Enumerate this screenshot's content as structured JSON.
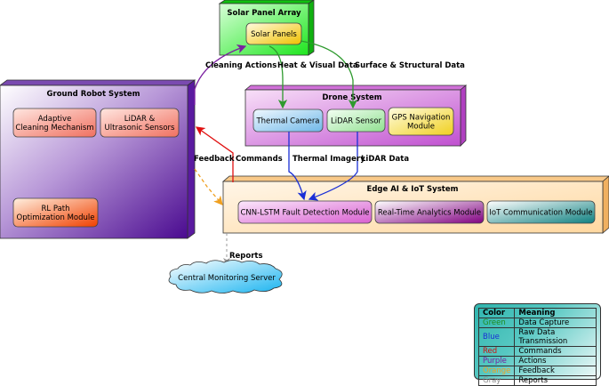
{
  "packages": {
    "solar": {
      "title": "Solar Panel Array"
    },
    "ground": {
      "title": "Ground Robot System"
    },
    "drone": {
      "title": "Drone System"
    },
    "edge": {
      "title": "Edge AI & IoT System"
    }
  },
  "nodes": {
    "solar_panels": [
      "Solar Panels"
    ],
    "adaptive_cleaning": [
      "Adaptive",
      "Cleaning Mechanism"
    ],
    "lidar_ultrasonic": [
      "LiDAR &",
      "Ultrasonic Sensors"
    ],
    "rl_path": [
      "RL Path",
      "Optimization Module"
    ],
    "thermal_camera": [
      "Thermal Camera"
    ],
    "lidar_sensor": [
      "LiDAR Sensor"
    ],
    "gps": [
      "GPS Navigation",
      "Module"
    ],
    "cnn_lstm": [
      "CNN-LSTM Fault Detection Module"
    ],
    "analytics": [
      "Real-Time Analytics Module"
    ],
    "iot": [
      "IoT Communication Module"
    ],
    "server": [
      "Central Monitoring Server"
    ]
  },
  "edges": {
    "cleaning_actions": "Cleaning Actions",
    "heat_visual": "Heat & Visual Data",
    "surface_structural": "Surface & Structural Data",
    "thermal_imagery": "Thermal Imagery",
    "lidar_data": "LiDAR Data",
    "feedback": "Feedback",
    "commands": "Commands",
    "reports": "Reports"
  },
  "legend": {
    "headers": [
      "Color",
      "Meaning"
    ],
    "rows": [
      {
        "color": "Green",
        "meaning": "Data Capture",
        "hex": "#1e8c1e"
      },
      {
        "color": "Blue",
        "meaning": "Raw Data Transmission",
        "hex": "#1a2fd6"
      },
      {
        "color": "Red",
        "meaning": "Commands",
        "hex": "#d01010"
      },
      {
        "color": "Purple",
        "meaning": "Actions",
        "hex": "#7a1fa0"
      },
      {
        "color": "Orange",
        "meaning": "Feedback",
        "hex": "#f0a020"
      },
      {
        "color": "Gray",
        "meaning": "Reports",
        "hex": "#8c8c8c"
      }
    ]
  },
  "colors": {
    "data_capture": "#2e9a2e",
    "raw_data": "#1a2fd6",
    "commands": "#e01010",
    "actions": "#7a1fa0",
    "feedback": "#f0a020",
    "reports": "#999999"
  }
}
